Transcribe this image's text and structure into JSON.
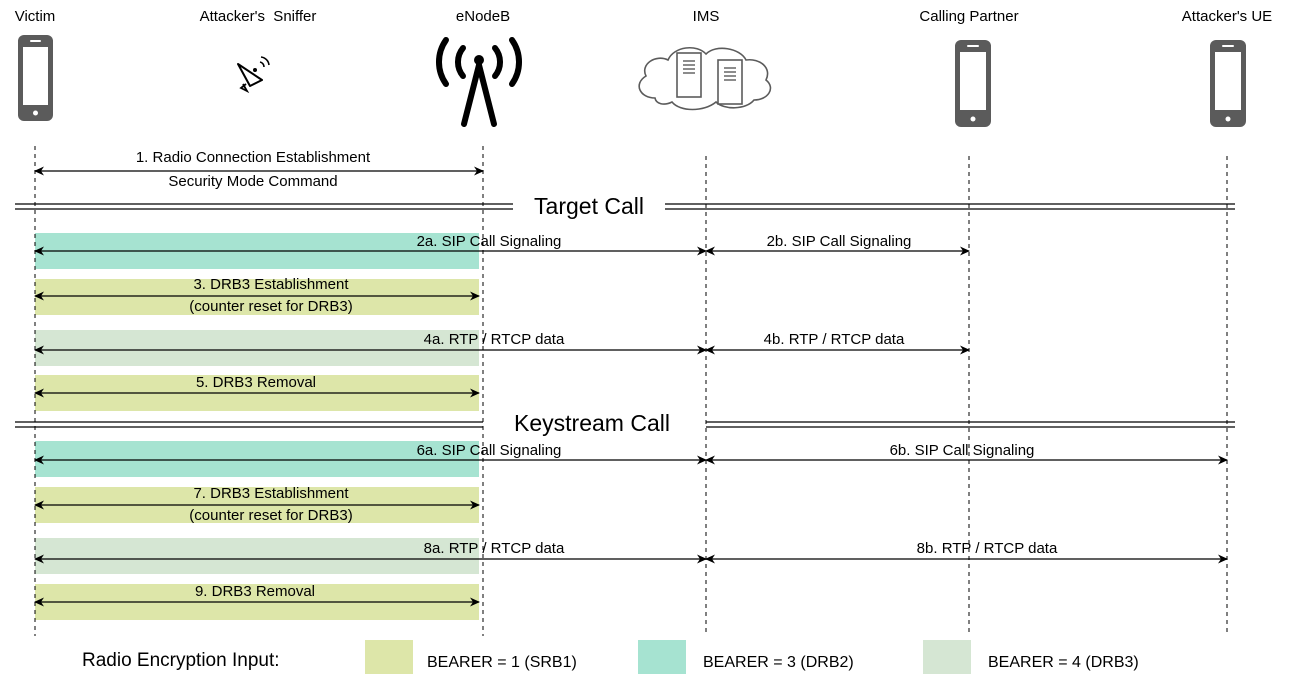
{
  "colors": {
    "srb1": "#dde6a9",
    "drb2": "#a6e3d1",
    "drb3": "#d5e6d3",
    "device": "#5b5b5b"
  },
  "entities": [
    {
      "key": "victim",
      "label": "Victim",
      "icon": "phone-icon"
    },
    {
      "key": "sniffer",
      "label": "Attacker's  Sniffer",
      "icon": "satellite-dish-icon"
    },
    {
      "key": "enodeb",
      "label": "eNodeB",
      "icon": "antenna-icon"
    },
    {
      "key": "ims",
      "label": "IMS",
      "icon": "cloud-servers-icon"
    },
    {
      "key": "partner",
      "label": "Calling Partner",
      "icon": "phone-icon"
    },
    {
      "key": "attacker_ue",
      "label": "Attacker's UE",
      "icon": "phone-icon"
    }
  ],
  "sections": {
    "target": "Target Call",
    "keystream": "Keystream Call"
  },
  "messages": {
    "m1_line1": "1. Radio Connection Establishment",
    "m1_line2": "Security Mode Command",
    "m2a": "2a. SIP Call Signaling",
    "m2b": "2b. SIP Call Signaling",
    "m3_line1": "3. DRB3 Establishment",
    "m3_line2": "(counter reset for DRB3)",
    "m4a": "4a. RTP / RTCP data",
    "m4b": "4b. RTP / RTCP data",
    "m5": "5. DRB3 Removal",
    "m6a": "6a. SIP Call Signaling",
    "m6b": "6b. SIP Call Signaling",
    "m7_line1": "7. DRB3 Establishment",
    "m7_line2": "(counter reset for DRB3)",
    "m8a": "8a. RTP / RTCP data",
    "m8b": "8b. RTP / RTCP data",
    "m9": "9. DRB3 Removal"
  },
  "legend": {
    "title": "Radio Encryption Input:",
    "srb1": "BEARER = 1 (SRB1)",
    "drb2": "BEARER = 3 (DRB2)",
    "drb3": "BEARER = 4 (DRB3)"
  }
}
